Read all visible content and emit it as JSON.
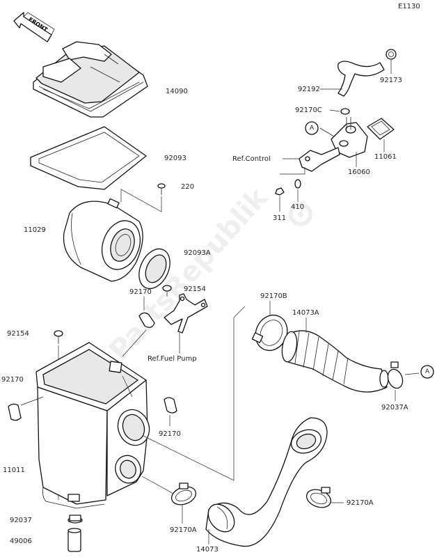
{
  "diagram_code": "E1130",
  "front_label": "FRONT",
  "watermark": "PartsRepublik",
  "labels": {
    "p14090": "14090",
    "p92093": "92093",
    "p220": "220",
    "p11029": "11029",
    "p92093A": "92093A",
    "p92170_top": "92170",
    "p92154_top": "92154",
    "p92154_left": "92154",
    "p92170_left": "92170",
    "p92170_right": "92170",
    "p11011": "11011",
    "p92037": "92037",
    "p49006": "49006",
    "p92170A_left": "92170A",
    "p14073": "14073",
    "p92170A_right": "92170A",
    "p92192": "92192",
    "p92173": "92173",
    "p92170C": "92170C",
    "p11061": "11061",
    "p16060": "16060",
    "ref_control": "Ref.Control",
    "p410": "410",
    "p311": "311",
    "ref_fuel_pump": "Ref.Fuel Pump",
    "p92170B": "92170B",
    "p14073A": "14073A",
    "p92037A": "92037A",
    "callout_A1": "A",
    "callout_A2": "A"
  }
}
